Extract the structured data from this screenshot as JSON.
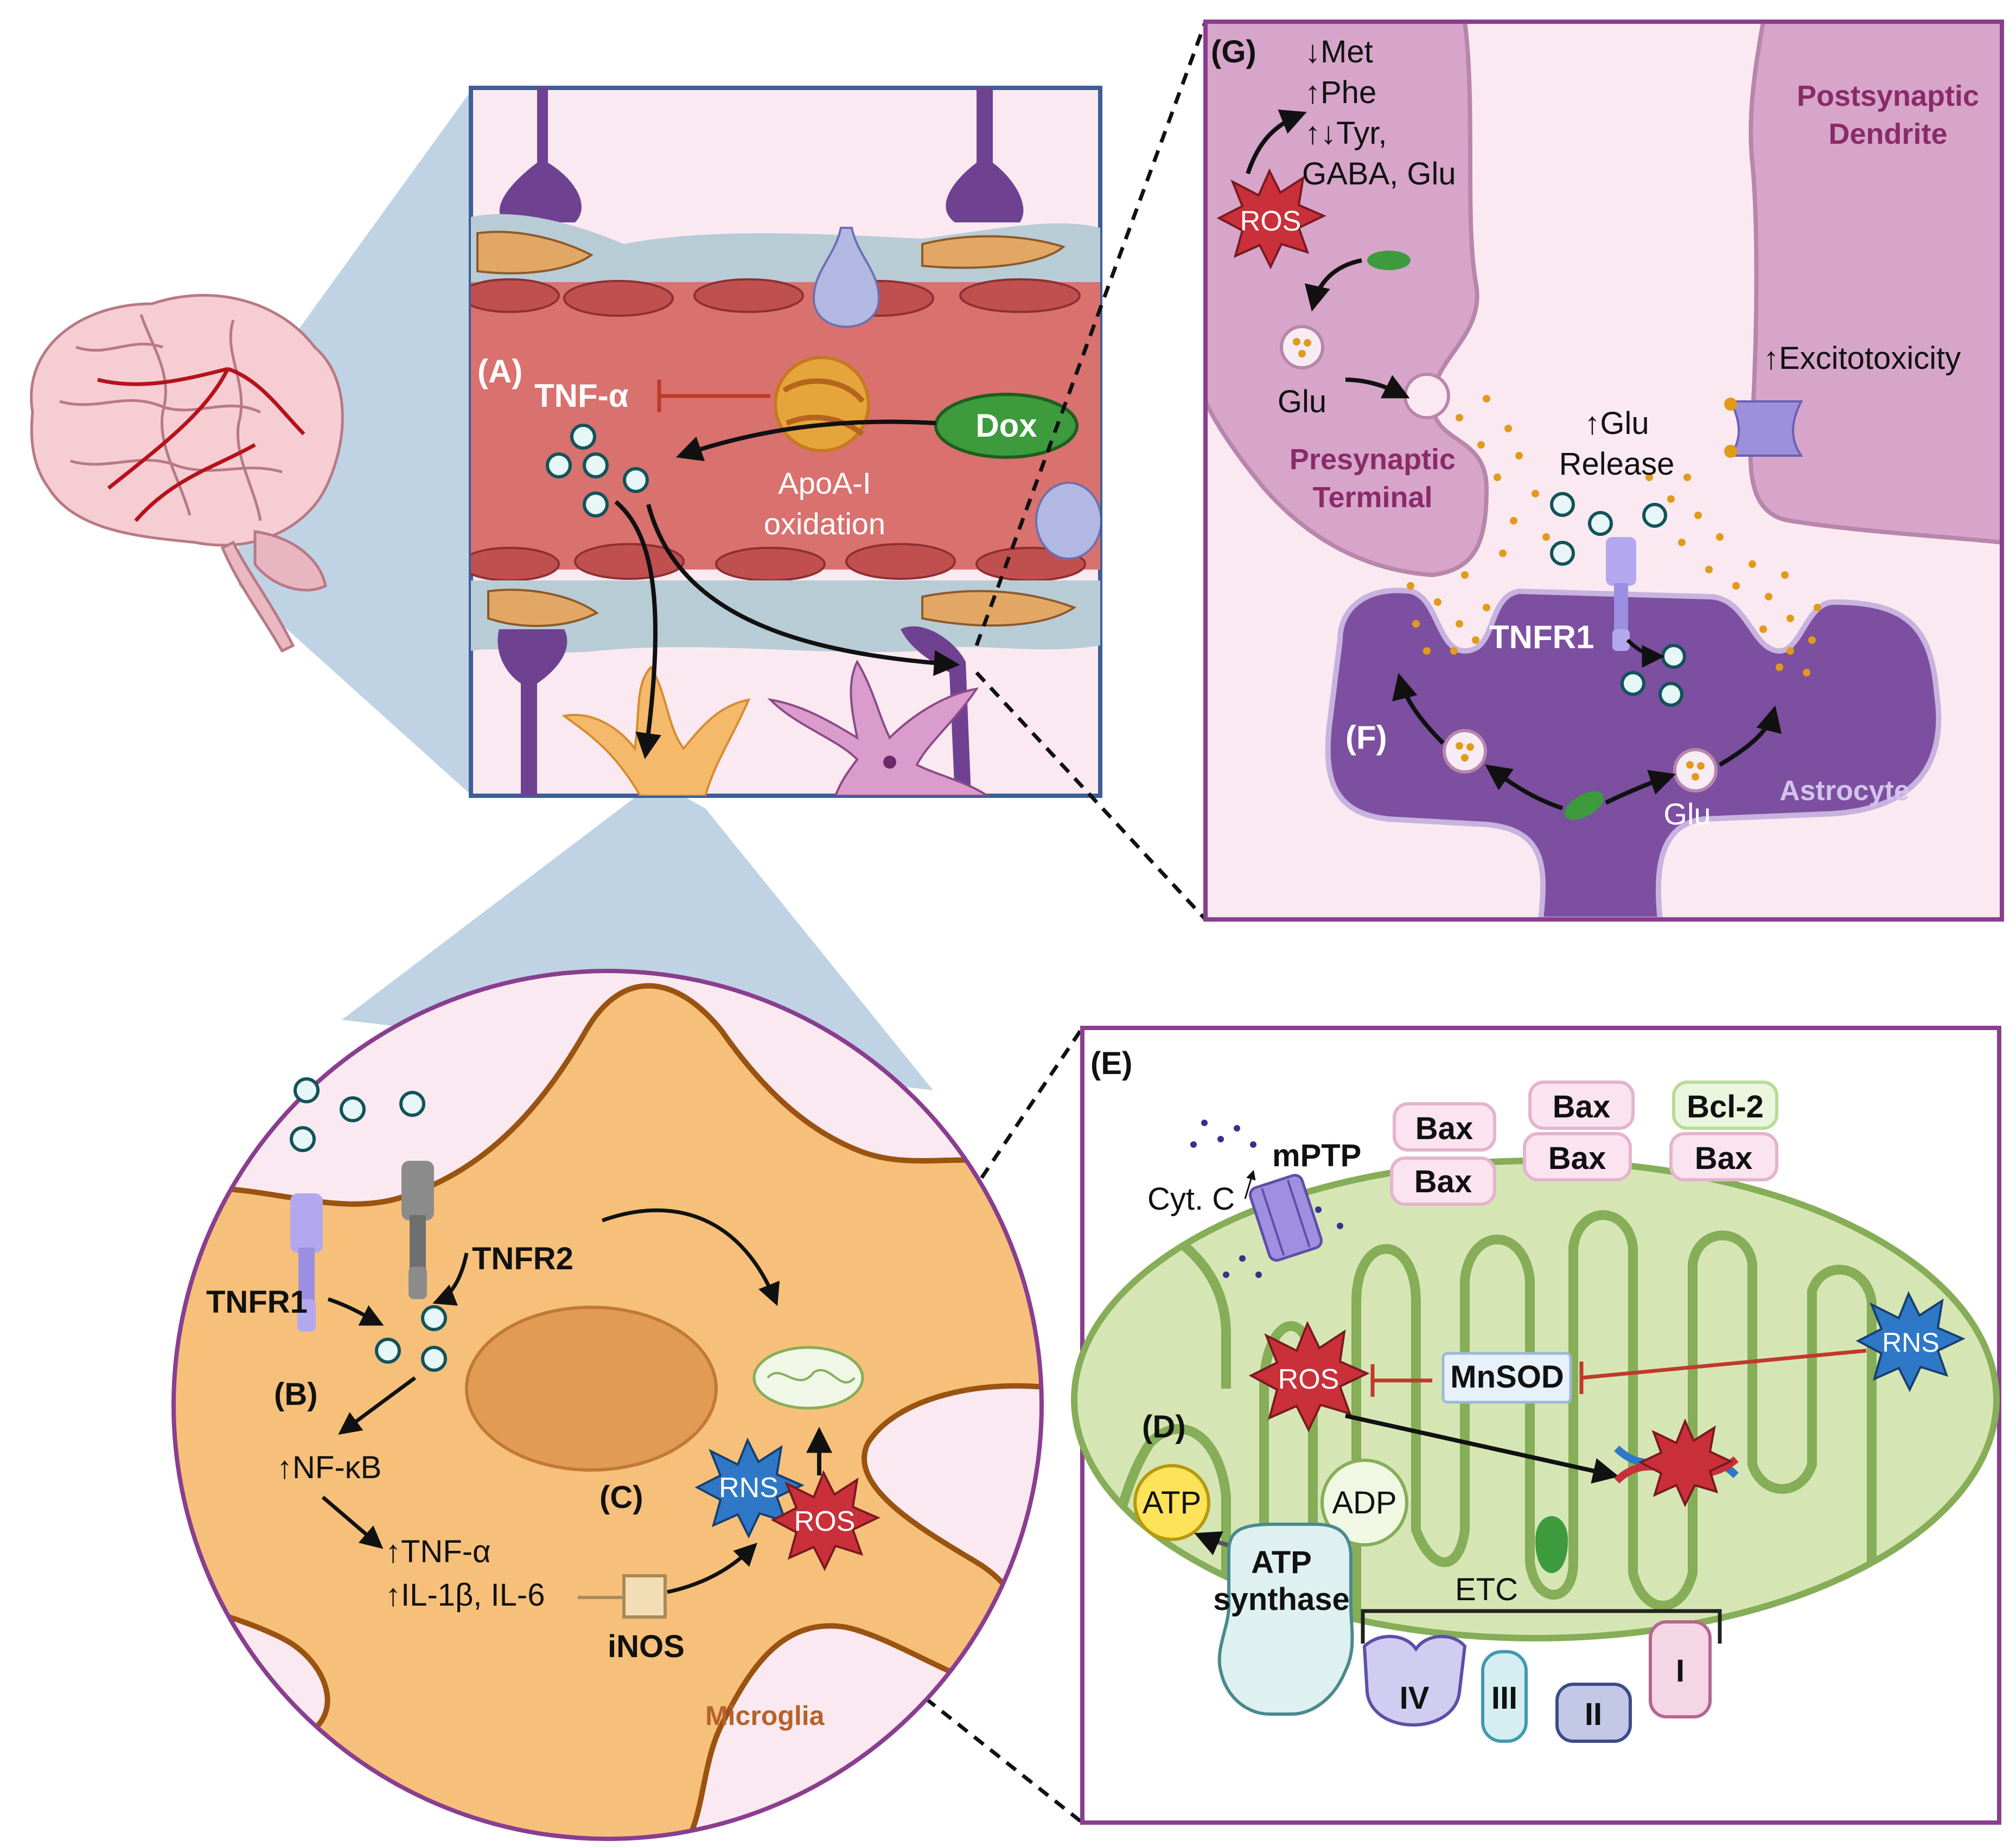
{
  "panel_a": {
    "tag": "(A)",
    "tnf_label": "TNF-α",
    "dox_label": "Dox",
    "apoa_line1": "ApoA-I",
    "apoa_line2": "oxidation"
  },
  "microglia": {
    "tnfr1": "TNFR1",
    "tnfr2": "TNFR2",
    "tag_b": "(B)",
    "nfkb": "↑NF-κB",
    "tnfa": "↑TNF-α",
    "il": "↑IL-1β, IL-6",
    "inos": "iNOS",
    "tag_c": "(C)",
    "rns": "RNS",
    "ros": "ROS",
    "cell_label": "Microglia"
  },
  "synapse": {
    "tag_g": "(G)",
    "met": "↓Met",
    "phe": "↑Phe",
    "tyr": "↑↓Tyr,",
    "gaba": "GABA, Glu",
    "ros": "ROS",
    "glu_pre": "Glu",
    "pre_line1": "Presynaptic",
    "pre_line2": "Terminal",
    "post_line1": "Postsynaptic",
    "post_line2": "Dendrite",
    "excito": "↑Excitotoxicity",
    "glu_release1": "↑Glu",
    "glu_release2": "Release",
    "tnfr1": "TNFR1",
    "tag_f": "(F)",
    "astro": "Astrocyte",
    "glu_astro": "Glu"
  },
  "mito": {
    "tag_e": "(E)",
    "mptp": "mPTP",
    "cytc": "Cyt. C",
    "bax": "Bax",
    "bcl2": "Bcl-2",
    "mnsod": "MnSOD",
    "rns": "RNS",
    "ros": "ROS",
    "tag_d": "(D)",
    "atp": "ATP",
    "adp": "ADP",
    "atp_synthase1": "ATP",
    "atp_synthase2": "synthase",
    "etc": "ETC",
    "complex_iv": "IV",
    "complex_iii": "III",
    "complex_ii": "II",
    "complex_i": "I"
  },
  "colors": {
    "panel_border": "#3d5f96",
    "purple_border": "#8a3e8f",
    "vessel": "#d9716e",
    "microglia": "#f6c07a",
    "mito_fill": "#d5e6b4",
    "mito_stroke": "#86ad57",
    "astrocyte": "#7c4fa0",
    "synapse_pink": "#d6a5c9",
    "dox_green": "#3d9a3d",
    "inhibit_red": "#c0392b"
  }
}
